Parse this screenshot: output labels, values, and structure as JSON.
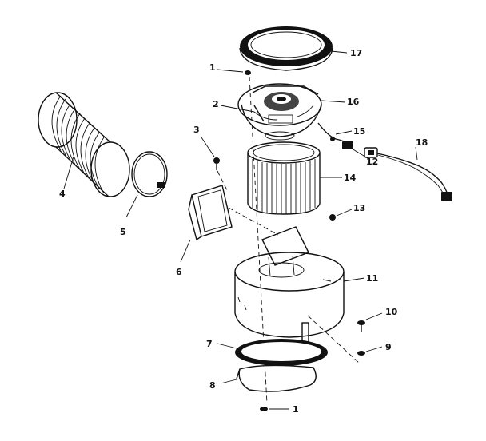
{
  "diagram": {
    "callouts": {
      "c1_top": "1",
      "c2": "2",
      "c3": "3",
      "c4": "4",
      "c5": "5",
      "c6": "6",
      "c7": "7",
      "c8": "8",
      "c9": "9",
      "c10": "10",
      "c11": "11",
      "c12": "12",
      "c13": "13",
      "c14": "14",
      "c15": "15",
      "c16": "16",
      "c17": "17",
      "c18": "18",
      "c1_bottom": "1"
    },
    "parts": [
      {
        "id": "part-1",
        "kind": "screw"
      },
      {
        "id": "part-2",
        "kind": "motor-bracket"
      },
      {
        "id": "part-3",
        "kind": "screw"
      },
      {
        "id": "part-4",
        "kind": "flexible-duct"
      },
      {
        "id": "part-5",
        "kind": "hose-clamp"
      },
      {
        "id": "part-6",
        "kind": "transition-adapter"
      },
      {
        "id": "part-7",
        "kind": "gasket"
      },
      {
        "id": "part-8",
        "kind": "bottom-plate"
      },
      {
        "id": "part-9",
        "kind": "washer"
      },
      {
        "id": "part-10",
        "kind": "screw"
      },
      {
        "id": "part-11",
        "kind": "blower-housing"
      },
      {
        "id": "part-12",
        "kind": "connector"
      },
      {
        "id": "part-13",
        "kind": "nut"
      },
      {
        "id": "part-14",
        "kind": "blower-wheel"
      },
      {
        "id": "part-15",
        "kind": "wire-harness"
      },
      {
        "id": "part-16",
        "kind": "motor"
      },
      {
        "id": "part-17",
        "kind": "gasket-ring"
      },
      {
        "id": "part-18",
        "kind": "power-cord"
      }
    ]
  }
}
